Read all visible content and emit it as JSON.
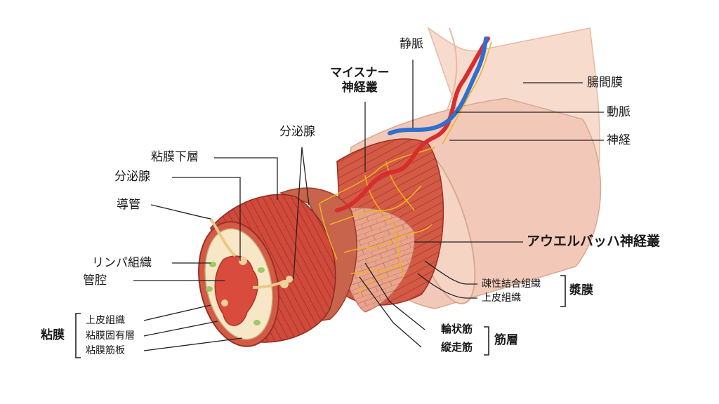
{
  "labels": {
    "vein": "静脈",
    "meissner": "マイスナー\n神経叢",
    "mesentery": "腸間膜",
    "artery": "動脈",
    "nerve": "神経",
    "secretory_gland_top": "分泌腺",
    "submucosa": "粘膜下層",
    "secretory_gland": "分泌腺",
    "duct": "導管",
    "lymphoid_tissue": "リンパ組織",
    "lumen": "管腔",
    "auerbach": "アウエルバッハ神経叢",
    "loose_connective": "疎性結合組織",
    "serosa_epithelium": "上皮組織",
    "serosa": "漿膜",
    "mucosa_epithelium": "上皮組織",
    "lamina_propria": "粘膜固有層",
    "muscularis_mucosae": "粘膜筋板",
    "mucosa": "粘膜",
    "circular_muscle": "輪状筋",
    "longitudinal_muscle": "縦走筋",
    "muscularis": "筋層"
  },
  "colors": {
    "muscle": "#cf4a3a",
    "muscle_dark": "#a8322a",
    "serosa": "#f2c9b8",
    "mesentery": "#f7dccd",
    "mucosa": "#f7e7c6",
    "lumen": "#d94b3c",
    "artery": "#d82d2d",
    "vein": "#2f6fd1",
    "nerve": "#f0b41e",
    "lymph": "#9cc96b",
    "line": "#222222"
  }
}
